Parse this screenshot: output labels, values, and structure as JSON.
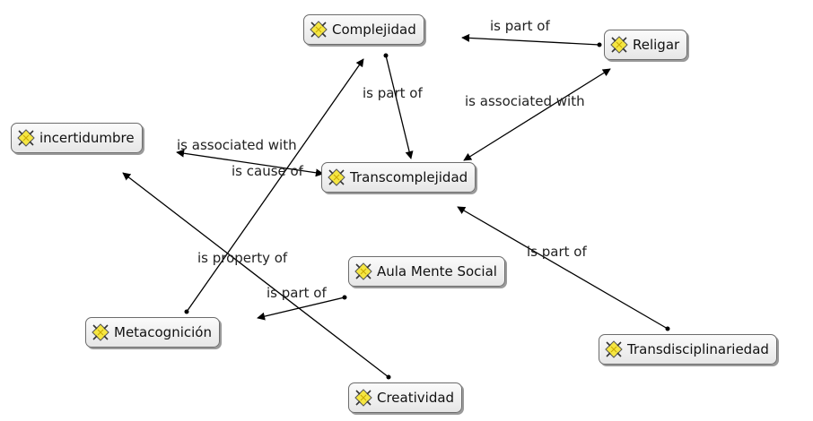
{
  "concepts": {
    "complejidad": "Complejidad",
    "religar": "Religar",
    "incertidumbre": "incertidumbre",
    "transcomplejidad": "Transcomplejidad",
    "aula": "Aula Mente Social",
    "metacognicion": "Metacognición",
    "transdisciplinariedad": "Transdisciplinariedad",
    "creatividad": "Creatividad"
  },
  "relations": {
    "religar_complejidad": "is part of",
    "complejidad_transcomplejidad": "is part of",
    "transcomplejidad_religar": "is associated with",
    "transcomplejidad_incertidumbre": "is associated with",
    "incertidumbre_transcomplejidad": "is cause of",
    "creatividad_incertidumbre": "is property of",
    "aula_metacognicion": "is part of",
    "transdisciplinariedad_transcomplejidad": "is part of"
  },
  "icon": "concept-badge-icon",
  "colors": {
    "node_fill": "#f0f0f0",
    "node_border": "#6c6c6c",
    "line": "#000000",
    "icon_fill": "#f5e642"
  }
}
